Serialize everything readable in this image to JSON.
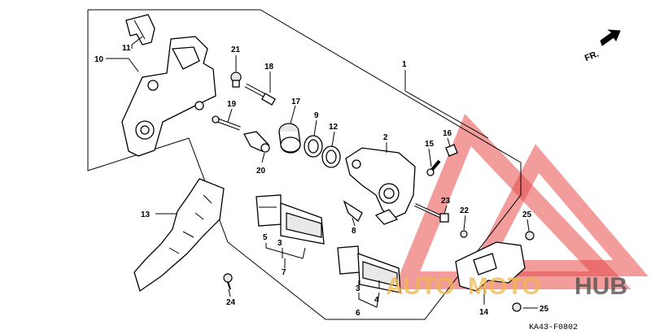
{
  "diagram_code": "KA43-F0802",
  "direction_label": "FR.",
  "watermark": {
    "word1": "AUTO",
    "word2": "MOTO",
    "word3": "HUB",
    "color_red": "#e84a4a",
    "color_gold": "#f0b84a",
    "color_gray": "#4a4a4a"
  },
  "callouts": {
    "c1": "1",
    "c2": "2",
    "c3a": "3",
    "c3b": "3",
    "c4": "4",
    "c5": "5",
    "c6": "6",
    "c7": "7",
    "c8": "8",
    "c9": "9",
    "c10": "10",
    "c11": "11",
    "c12": "12",
    "c13": "13",
    "c14": "14",
    "c15": "15",
    "c16": "16",
    "c17": "17",
    "c18": "18",
    "c19": "19",
    "c20": "20",
    "c21": "21",
    "c22": "22",
    "c23": "23",
    "c24": "24",
    "c25a": "25",
    "c25b": "25"
  }
}
